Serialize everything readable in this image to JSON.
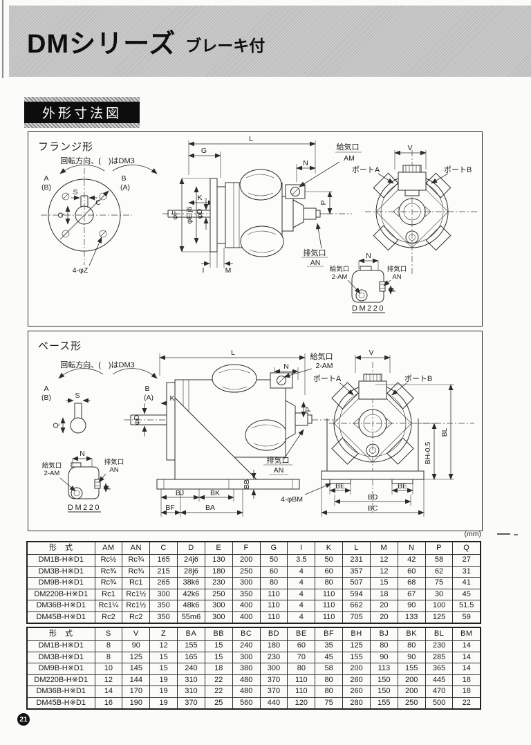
{
  "page": {
    "title": "DMシリーズ",
    "subtitle": "ブレーキ付",
    "section_header": "外形寸法図",
    "units": "(mm)",
    "page_number": "21"
  },
  "flange": {
    "title": "フランジ形",
    "rotation_note": "回転方向、(　)はDM3",
    "dir_a": "A",
    "dir_a_sub": "(B)",
    "dir_b": "B",
    "dir_b_sub": "(A)",
    "dims": {
      "s": "S",
      "c": "C",
      "q": "Q",
      "z": "4-φZ",
      "l": "L",
      "g": "G",
      "n": "N",
      "k": "K",
      "f": "φF",
      "e": "φE j6",
      "d": "φD",
      "i": "I",
      "m": "M",
      "p": "P",
      "v": "V"
    },
    "ports": {
      "supply": "給気口",
      "supply_size": "AM",
      "exhaust": "排気口",
      "exhaust_size": "AN",
      "port_a": "ポートA",
      "port_b": "ポートB"
    },
    "detail": {
      "supply": "給気口",
      "supply_size": "2-AM",
      "n": "N",
      "exhaust": "排気口",
      "exhaust_size": "AN",
      "p": "P",
      "model": "DM220"
    }
  },
  "base": {
    "title": "ベース形",
    "rotation_note": "回転方向、(　)はDM3",
    "dir_a": "A",
    "dir_a_sub": "(B)",
    "dir_b": "B",
    "dir_b_sub": "(A)",
    "dims": {
      "s": "S",
      "q": "Q",
      "l": "L",
      "n": "N",
      "k": "K",
      "d": "φD",
      "p": "P",
      "v": "V",
      "bj": "BJ",
      "bk": "BK",
      "bb": "BB",
      "bf": "BF",
      "ba": "BA",
      "be": "BE",
      "bd": "BD",
      "bc": "BC",
      "bl": "BL",
      "bh": "BH-0.5",
      "bm": "4-φBM"
    },
    "ports": {
      "supply": "給気口",
      "supply_size": "2-AM",
      "exhaust": "排気口",
      "exhaust_size": "AN",
      "port_a": "ポートA",
      "port_b": "ポートB"
    },
    "detail": {
      "supply": "給気口",
      "supply_size": "2-AM",
      "n": "N",
      "exhaust": "排気口",
      "exhaust_size": "AN",
      "p": "P",
      "model": "DM220"
    }
  },
  "table1": {
    "headers": [
      "形　式",
      "AM",
      "AN",
      "C",
      "D",
      "E",
      "F",
      "G",
      "I",
      "K",
      "L",
      "M",
      "N",
      "P",
      "Q"
    ],
    "rows": [
      [
        "DM1B-H※D1",
        "Rc½",
        "Rc¾",
        "165",
        "24j6",
        "130",
        "200",
        "50",
        "3.5",
        "50",
        "231",
        "12",
        "42",
        "58",
        "27"
      ],
      [
        "DM3B-H※D1",
        "Rc¾",
        "Rc¾",
        "215",
        "28j6",
        "180",
        "250",
        "60",
        "4",
        "60",
        "357",
        "12",
        "60",
        "62",
        "31"
      ],
      [
        "DM9B-H※D1",
        "Rc¾",
        "Rc1",
        "265",
        "38k6",
        "230",
        "300",
        "80",
        "4",
        "80",
        "507",
        "15",
        "68",
        "75",
        "41"
      ],
      [
        "DM220B-H※D1",
        "Rc1",
        "Rc1½",
        "300",
        "42k6",
        "250",
        "350",
        "110",
        "4",
        "110",
        "594",
        "18",
        "67",
        "30",
        "45"
      ],
      [
        "DM36B-H※D1",
        "Rc1¼",
        "Rc1½",
        "350",
        "48k6",
        "300",
        "400",
        "110",
        "4",
        "110",
        "662",
        "20",
        "90",
        "100",
        "51.5"
      ],
      [
        "DM45B-H※D1",
        "Rc2",
        "Rc2",
        "350",
        "55m6",
        "300",
        "400",
        "110",
        "4",
        "110",
        "705",
        "20",
        "133",
        "125",
        "59"
      ]
    ]
  },
  "table2": {
    "headers": [
      "形　式",
      "S",
      "V",
      "Z",
      "BA",
      "BB",
      "BC",
      "BD",
      "BE",
      "BF",
      "BH",
      "BJ",
      "BK",
      "BL",
      "BM"
    ],
    "rows": [
      [
        "DM1B-H※D1",
        "8",
        "90",
        "12",
        "155",
        "15",
        "240",
        "180",
        "60",
        "35",
        "125",
        "80",
        "80",
        "230",
        "14"
      ],
      [
        "DM3B-H※D1",
        "8",
        "125",
        "15",
        "165",
        "15",
        "300",
        "230",
        "70",
        "45",
        "155",
        "90",
        "90",
        "285",
        "14"
      ],
      [
        "DM9B-H※D1",
        "10",
        "145",
        "15",
        "240",
        "18",
        "380",
        "300",
        "80",
        "58",
        "200",
        "113",
        "155",
        "365",
        "14"
      ],
      [
        "DM220B-H※D1",
        "12",
        "144",
        "19",
        "310",
        "22",
        "480",
        "370",
        "110",
        "80",
        "260",
        "150",
        "200",
        "445",
        "18"
      ],
      [
        "DM36B-H※D1",
        "14",
        "170",
        "19",
        "310",
        "22",
        "480",
        "370",
        "110",
        "80",
        "260",
        "150",
        "200",
        "470",
        "18"
      ],
      [
        "DM45B-H※D1",
        "16",
        "190",
        "19",
        "370",
        "25",
        "560",
        "440",
        "120",
        "75",
        "280",
        "155",
        "250",
        "500",
        "22"
      ]
    ]
  }
}
